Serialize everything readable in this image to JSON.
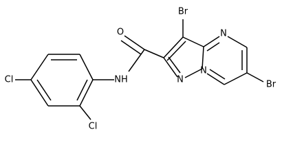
{
  "structure": {
    "atom_labels": {
      "carbonyl_oxygen": "O",
      "amide_nh": "NH",
      "bromine_top": "Br",
      "bromine_right": "Br",
      "ring_n_top": "N",
      "ring_n_bridge": "N",
      "ring_n_left": "N",
      "chlorine_left": "Cl",
      "chlorine_bottom": "Cl"
    }
  }
}
